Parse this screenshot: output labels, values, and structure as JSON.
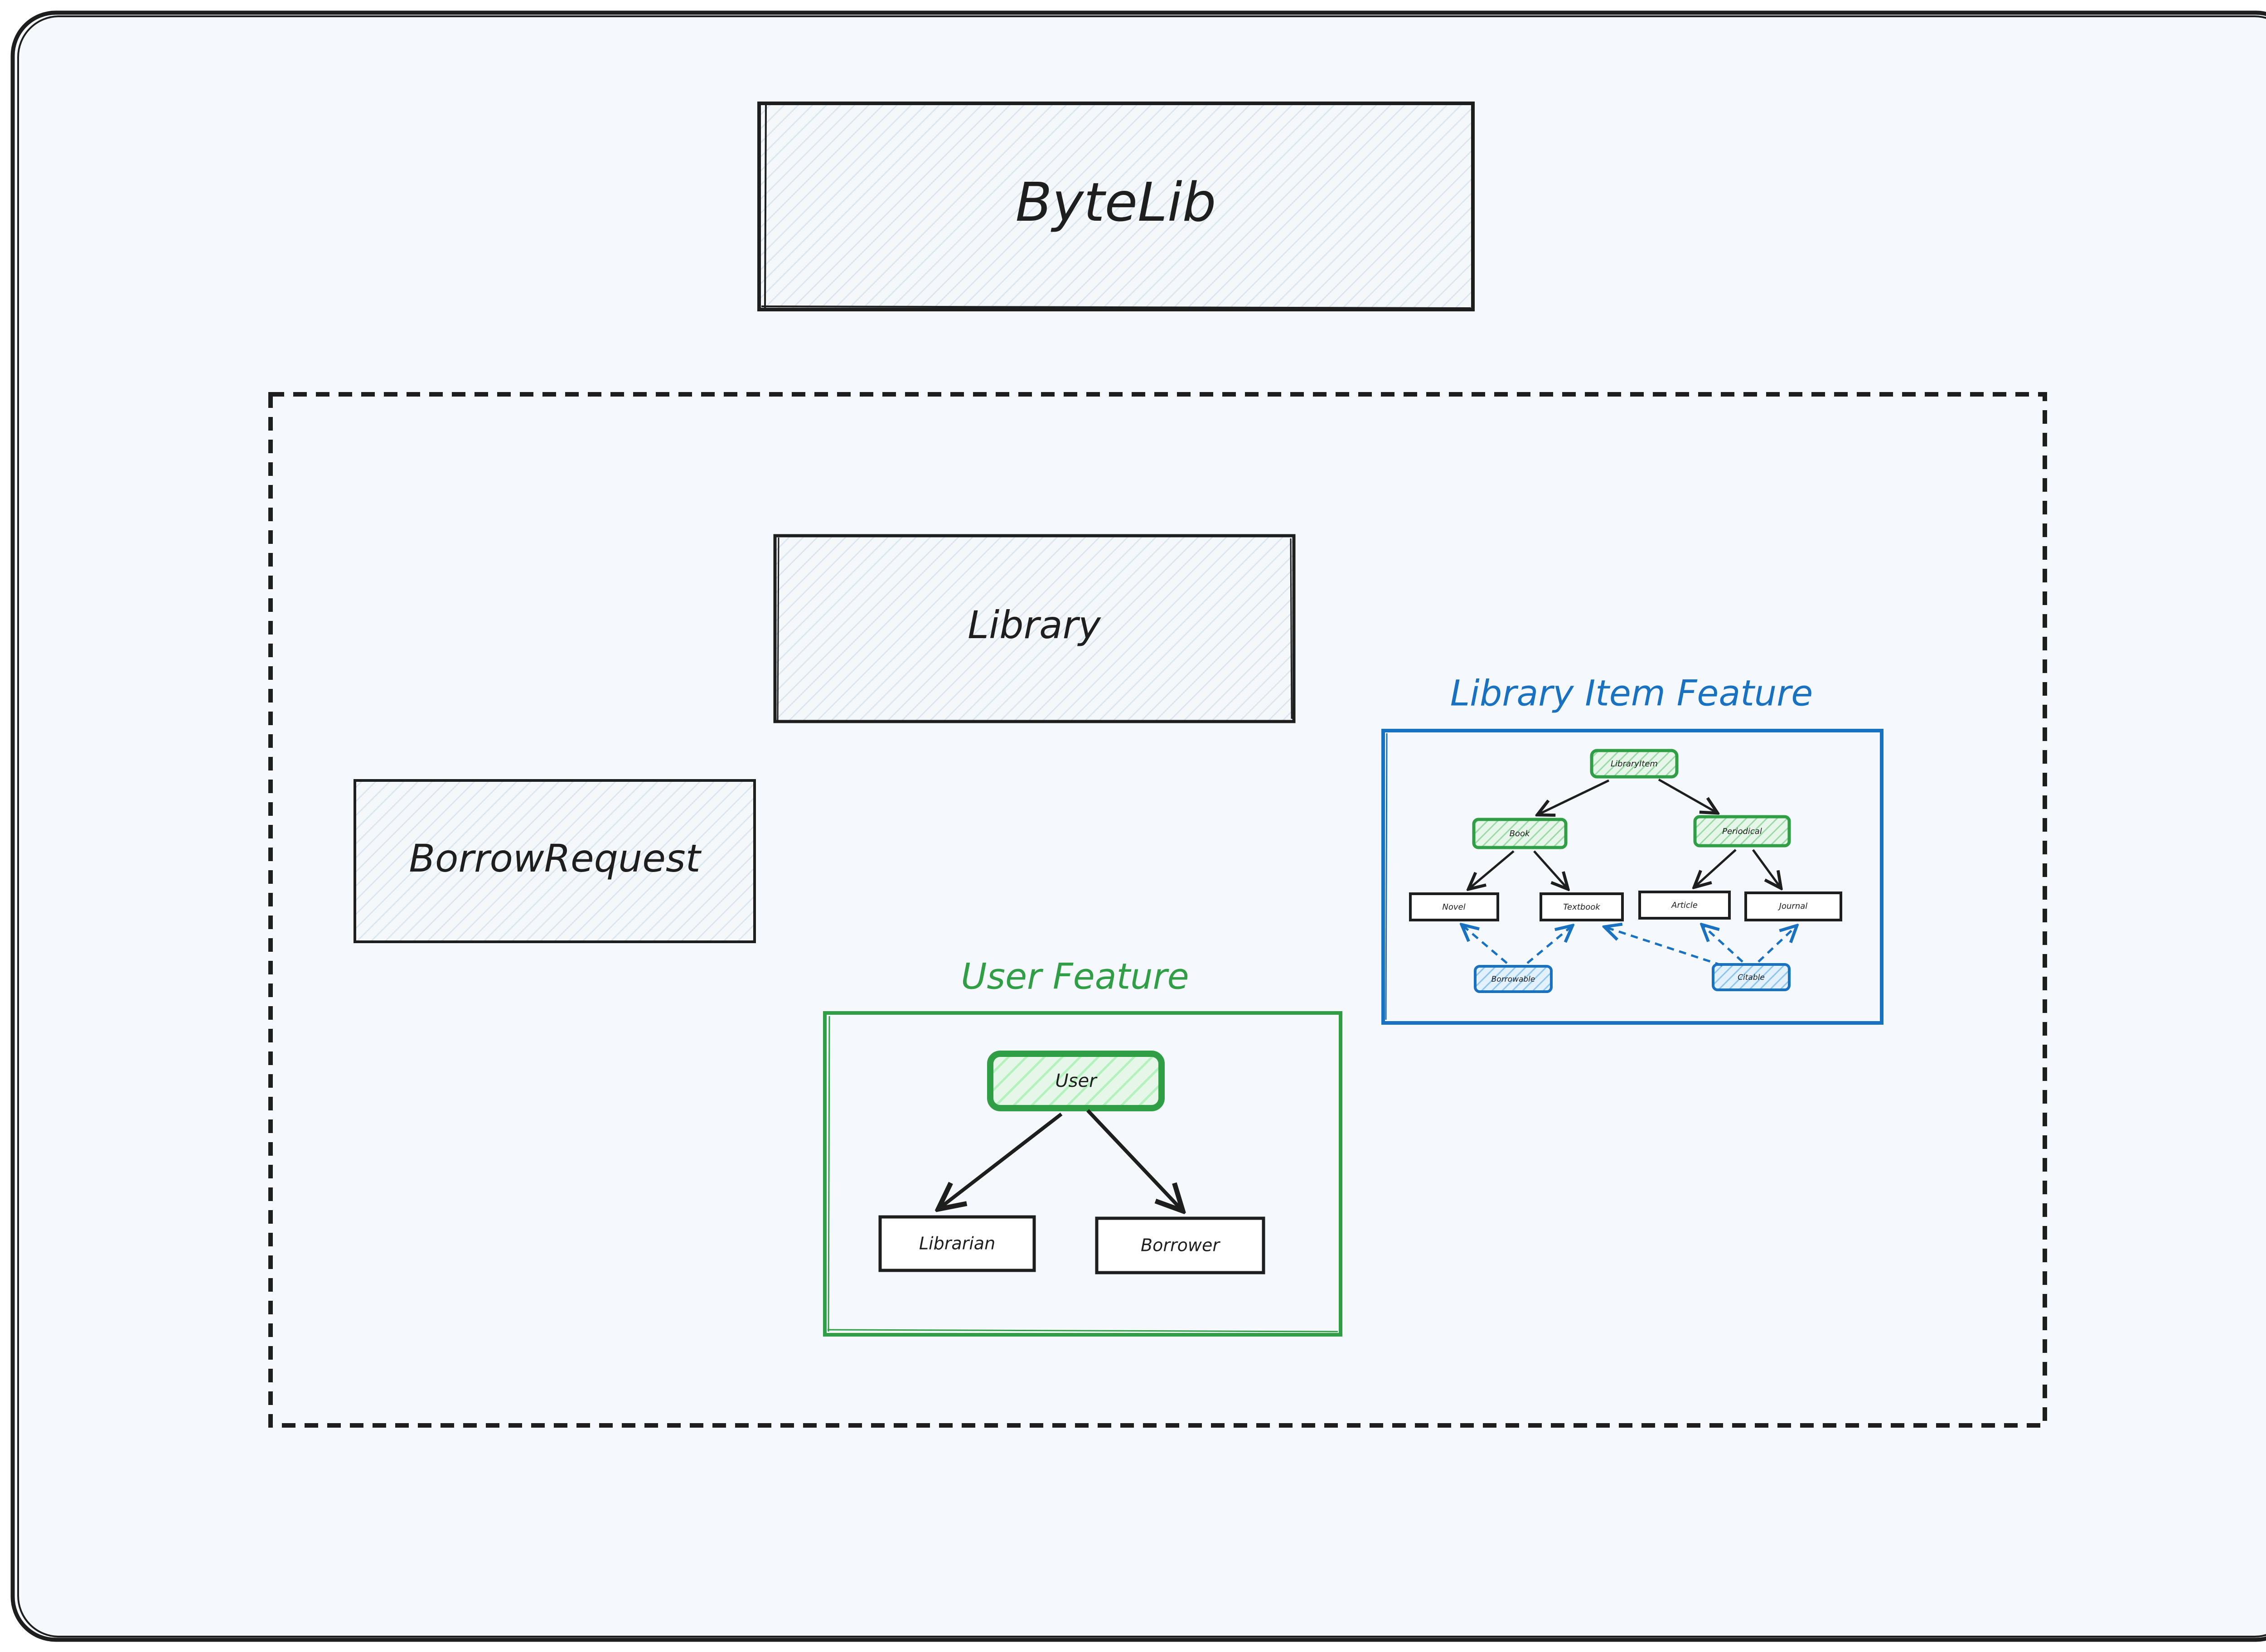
{
  "colors": {
    "canvas_bg": "#f5f9fd",
    "stroke": "#1e1e1e",
    "box_fill": "#eef3f7",
    "green": "#2f9e44",
    "green_fill": "#b2f2bb",
    "blue": "#1971c2",
    "blue_fill": "#a5d8ff"
  },
  "main": {
    "title": "ByteLib",
    "library": "Library",
    "borrow_request": "BorrowRequest"
  },
  "user_feature": {
    "title": "User Feature",
    "nodes": {
      "user": "User",
      "librarian": "Librarian",
      "borrower": "Borrower"
    }
  },
  "library_item_feature": {
    "title": "Library Item Feature",
    "nodes": {
      "library_item": "LibraryItem",
      "book": "Book",
      "periodical": "Periodical",
      "novel": "Novel",
      "textbook": "Textbook",
      "article": "Article",
      "journal": "Journal",
      "borrowable": "Borrowable",
      "citable": "Citable"
    }
  }
}
